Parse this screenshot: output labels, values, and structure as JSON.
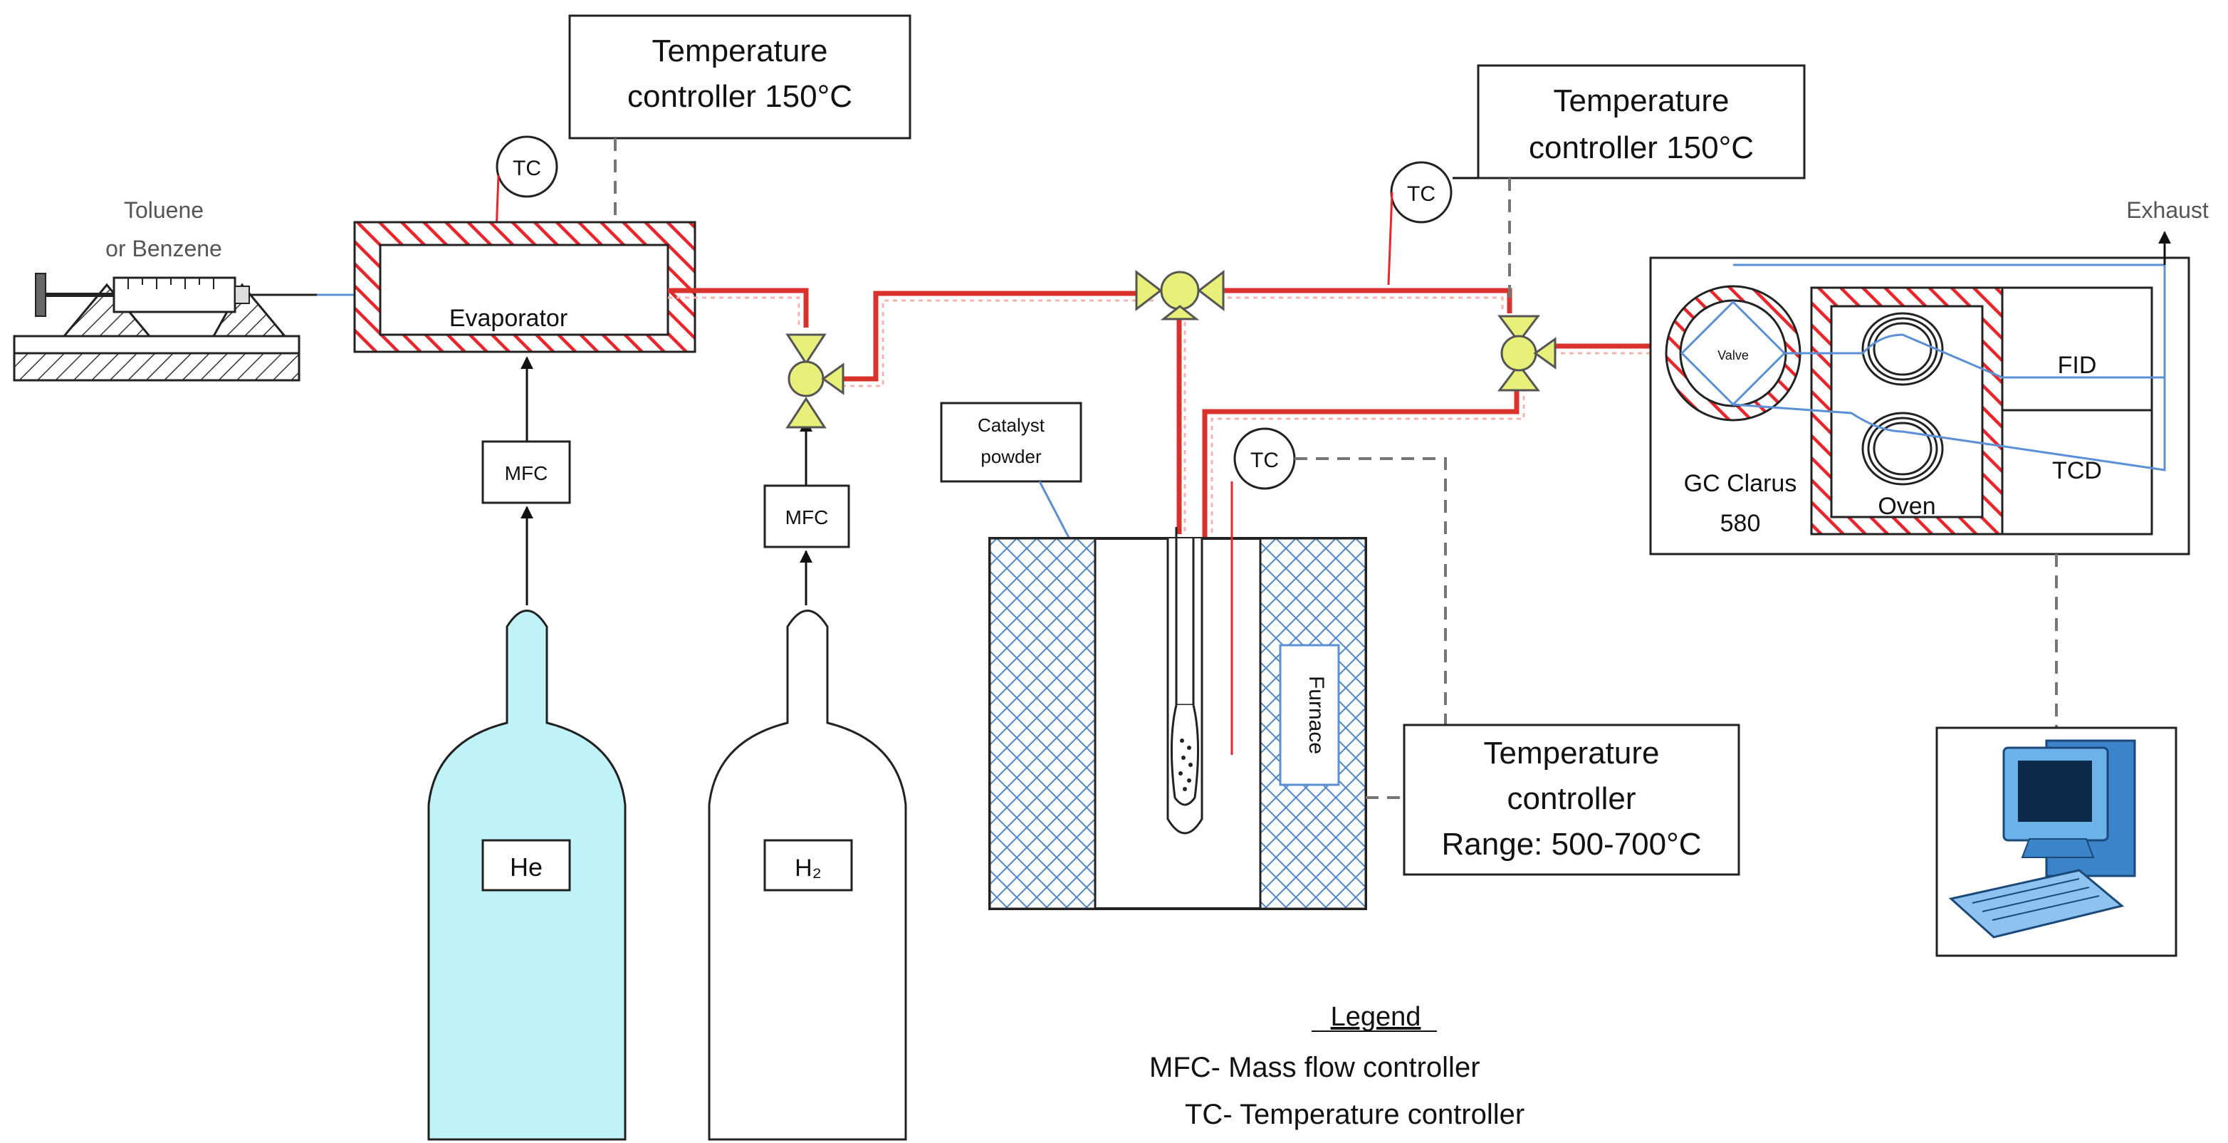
{
  "labels": {
    "tc_controller_top": [
      "Temperature",
      "controller 150°C"
    ],
    "tc_controller_right": [
      "Temperature",
      "controller 150°C"
    ],
    "tc_controller_furnace": [
      "Temperature",
      "controller",
      "Range: 500-700°C"
    ],
    "tc": "TC",
    "toluene": [
      "Toluene",
      "or Benzene"
    ],
    "evaporator": "Evaporator",
    "mfc": "MFC",
    "he": "He",
    "h2": "H₂",
    "catalyst": [
      "Catalyst",
      "powder"
    ],
    "furnace": "Furnace",
    "exhaust": "Exhaust",
    "valve": "Valve",
    "gc": [
      "GC Clarus",
      "580"
    ],
    "oven": "Oven",
    "fid": "FID",
    "tcd": "TCD",
    "legend_title": "Legend",
    "legend_mfc": "MFC- Mass flow controller",
    "legend_tc": "TC- Temperature controller"
  },
  "colors": {
    "heated_line": "#d9322c",
    "he_cylinder": "#bff3f8",
    "valve": "#e9f07a",
    "signal_line": "#5b8fd6"
  }
}
